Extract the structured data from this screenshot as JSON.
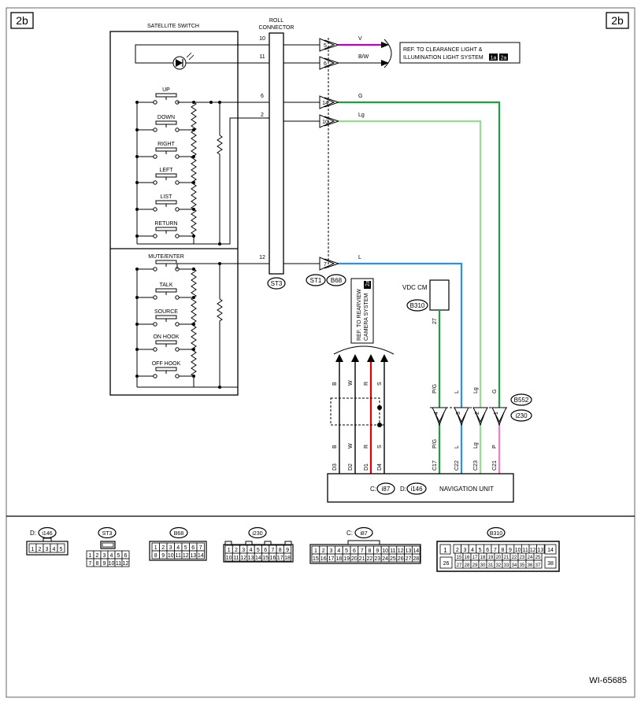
{
  "page": {
    "section_left": "2b",
    "section_right": "2b",
    "footer_id": "WI-65685"
  },
  "components": {
    "satellite_switch": "SATELLITE SWITCH",
    "roll_connector_line1": "ROLL",
    "roll_connector_line2": "CONNECTOR",
    "roll_connector_code": "ST3",
    "vdc_cm": "VDC CM",
    "vdc_cm_connector": "B310",
    "vdc_cm_pin": "27",
    "navigation_unit": "NAVIGATION UNIT",
    "nav_conn_c_prefix": "C:",
    "nav_conn_c": "i87",
    "nav_conn_d_prefix": "D:",
    "nav_conn_d": "i146",
    "joint_st1": "ST1",
    "joint_b68": "B68",
    "joint_b552": "B552",
    "joint_i230": "i230"
  },
  "buttons": [
    "UP",
    "DOWN",
    "RIGHT",
    "LEFT",
    "LIST",
    "RETURN",
    "MUTE/ENTER",
    "TALK",
    "SOURCE",
    "ON HOOK",
    "OFF HOOK"
  ],
  "roll_pins": [
    "10",
    "11",
    "6",
    "2",
    "12"
  ],
  "b68_pins": [
    "5",
    "6",
    "14",
    "10",
    "7"
  ],
  "wire_labels": [
    "V",
    "B/W",
    "G",
    "Lg",
    "L"
  ],
  "ref_clearance": {
    "line1": "REF. TO CLEARANCE LIGHT &",
    "line2": "ILLUMINATION LIGHT SYSTEM",
    "badge1": "1a",
    "badge2": "2a"
  },
  "ref_camera": {
    "line1": "REF. TO REARVIEW",
    "line2": "CAMERA SYSTEM",
    "badge": "2a"
  },
  "camera_wires": {
    "upper": [
      "B",
      "W",
      "R",
      "S"
    ],
    "lower": [
      "B",
      "W",
      "R",
      "S"
    ],
    "pins": [
      "D3",
      "D2",
      "D1",
      "D4"
    ]
  },
  "nav_wires": {
    "upper": [
      "P/G",
      "L",
      "Lg",
      "G"
    ],
    "pins_i230": [
      "4",
      "3",
      "2",
      "1"
    ],
    "lower": [
      "P/G",
      "L",
      "Lg",
      "P"
    ],
    "pins": [
      "C17",
      "C22",
      "C23",
      "C21"
    ]
  },
  "legend": {
    "i146_prefix": "D:",
    "i146": "i146",
    "i146_pins": [
      "1",
      "2",
      "3",
      "4",
      "5"
    ],
    "st3": "ST3",
    "st3_pins": [
      "1",
      "2",
      "3",
      "4",
      "5",
      "6",
      "7",
      "8",
      "9",
      "10",
      "11",
      "12"
    ],
    "b68": "B68",
    "b68_pins": [
      "1",
      "2",
      "3",
      "4",
      "5",
      "6",
      "7",
      "8",
      "9",
      "10",
      "11",
      "12",
      "13",
      "14"
    ],
    "i230": "i230",
    "i230_pins": [
      "1",
      "2",
      "3",
      "4",
      "5",
      "6",
      "7",
      "8",
      "9",
      "10",
      "11",
      "12",
      "13",
      "14",
      "15",
      "16",
      "17",
      "18"
    ],
    "i87_prefix": "C:",
    "i87": "i87",
    "i87_pins": [
      "1",
      "2",
      "3",
      "4",
      "5",
      "6",
      "7",
      "8",
      "9",
      "10",
      "11",
      "12",
      "13",
      "14",
      "15",
      "16",
      "17",
      "18",
      "19",
      "20",
      "21",
      "22",
      "23",
      "24",
      "25",
      "26",
      "27",
      "28"
    ],
    "b310": "B310",
    "b310_top": [
      "1",
      "2",
      "3",
      "4",
      "5",
      "6",
      "7",
      "8",
      "9",
      "10",
      "11",
      "12",
      "13",
      "14"
    ],
    "b310_mid": [
      "15",
      "16",
      "17",
      "18",
      "19",
      "20",
      "21",
      "22",
      "23",
      "24",
      "25"
    ],
    "b310_bot": [
      "26",
      "27",
      "28",
      "29",
      "30",
      "31",
      "32",
      "33",
      "34",
      "35",
      "36",
      "37",
      "38"
    ]
  },
  "colors": {
    "violet": "#c000c0",
    "green": "#20a040",
    "light_green": "#90e090",
    "blue": "#3090e0",
    "red": "#e00000",
    "pink": "#f080c0",
    "black": "#000000"
  }
}
